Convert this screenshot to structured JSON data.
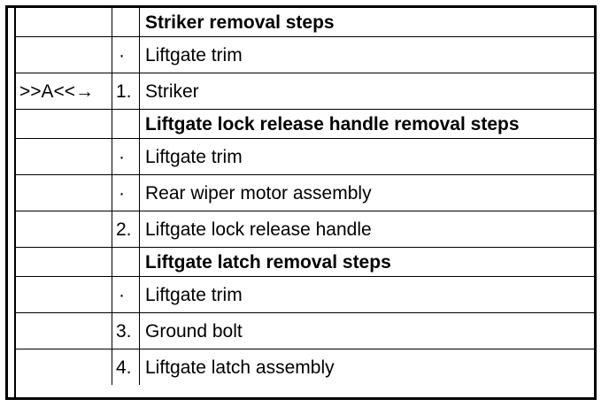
{
  "rows": [
    {
      "kind": "head",
      "ref": "",
      "num": "",
      "text": "Striker removal steps"
    },
    {
      "kind": "item",
      "ref": "",
      "num": "·",
      "text": "Liftgate trim"
    },
    {
      "kind": "item",
      "ref": ">>A<<→",
      "num": "1.",
      "text": "Striker"
    },
    {
      "kind": "head",
      "ref": "",
      "num": "",
      "text": "Liftgate lock release handle removal steps"
    },
    {
      "kind": "item",
      "ref": "",
      "num": "·",
      "text": "Liftgate trim"
    },
    {
      "kind": "item",
      "ref": "",
      "num": "·",
      "text": "Rear wiper motor assembly"
    },
    {
      "kind": "item",
      "ref": "",
      "num": "2.",
      "text": "Liftgate lock release handle"
    },
    {
      "kind": "head",
      "ref": "",
      "num": "",
      "text": "Liftgate latch removal steps"
    },
    {
      "kind": "item",
      "ref": "",
      "num": "·",
      "text": "Liftgate trim"
    },
    {
      "kind": "item",
      "ref": "",
      "num": "3.",
      "text": "Ground bolt"
    },
    {
      "kind": "item",
      "ref": "",
      "num": "4.",
      "text": "Liftgate latch assembly"
    }
  ]
}
